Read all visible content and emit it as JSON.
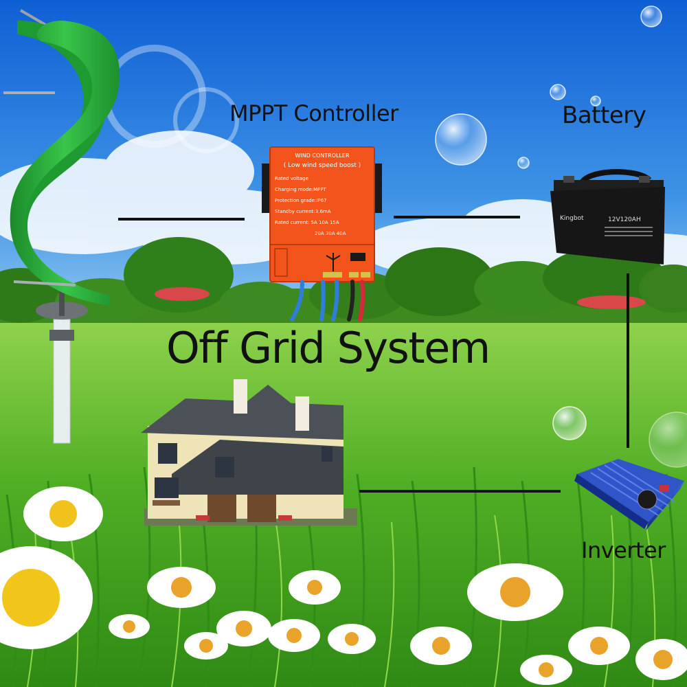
{
  "labels": {
    "controller": "MPPT Controller",
    "battery": "Battery",
    "title": "Off Grid System",
    "inverter": "Inverter"
  },
  "controller_panel": {
    "heading": "WIND CONTROLLER",
    "subheading": "( Low wind speed boost )",
    "lines": [
      "Rated voltage",
      "Charging mode:MPPT",
      "Protection grade:IP67",
      "Standby current:3.6mA",
      "Rated current: 5A 10A 15A",
      "20A 30A 40A"
    ]
  },
  "battery_panel": {
    "brand": "Kingbot",
    "model": "12V120AH"
  },
  "colors": {
    "sky_top": "#1466d8",
    "sky_bottom": "#9fd0f3",
    "grass": "#5dbb2a",
    "turbine": "#2fb53e",
    "controller": "#f2541b",
    "inverter": "#1f3fb0",
    "connector_line": "#111111"
  }
}
